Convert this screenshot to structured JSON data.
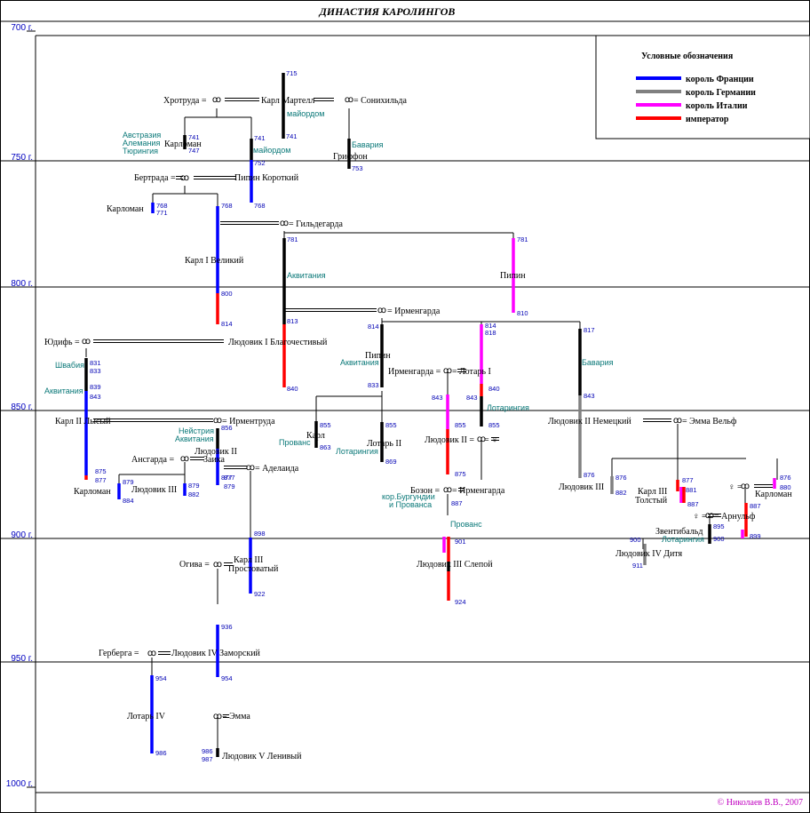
{
  "title": "ДИНАСТИЯ  КАРОЛИНГОВ",
  "copyright": "©  Николаев В.В.,  2007",
  "marriage_symbol": "ꝏ",
  "colors": {
    "france": "#0000ff",
    "germany": "#808080",
    "italy": "#ff00ff",
    "emperor": "#ff0000",
    "plain": "#000000"
  },
  "legend": {
    "title": "Условные обозначения",
    "items": [
      {
        "label": "король Франции",
        "color": "#0000ff"
      },
      {
        "label": "король Германии",
        "color": "#808080"
      },
      {
        "label": "король Италии",
        "color": "#ff00ff"
      },
      {
        "label": "император",
        "color": "#ff0000"
      }
    ]
  },
  "timeline": {
    "ticks": [
      "700 г.",
      "750 г.",
      "800 г.",
      "850 г.",
      "900 г.",
      "950 г.",
      "1000 г."
    ]
  },
  "names": {
    "hrotruda": "Хротруда =",
    "karl_martell": "Карл Мартелл",
    "sonihilda": "= Сонихильда",
    "karloman1": "Карломан",
    "griffon": "Гриффон",
    "bertrada": "Бертрада =",
    "pippin_short": "Пипин Короткий",
    "karloman2": "Карломан",
    "gildegarda": "= Гильдегарда",
    "charlemagne": "Карл I Великий",
    "pippin_it": "Пипин",
    "irmengarda1": "= Ирменгарда",
    "judith": "Юдифь =",
    "louis_pious": "Людовик I Благочестивый",
    "pippin_aq": "Пипин",
    "irmengarda2": "Ирменгарда =",
    "lothair1": "= Лотарь I",
    "louis_german": "Людовик II Немецкий",
    "emma_welf": "= Эмма Вельф",
    "charles_bald": "Карл II Лысый",
    "irmentruda": "= Ирментруда",
    "charles_prov": "Карл",
    "lothair2": "Лотарь II",
    "louis2_it": "Людовик II =",
    "female_sign": "= ♀",
    "ansgarda": "Ансгарда =",
    "louis_stammerer_1": "Людовик II",
    "louis_stammerer_2": "Заика",
    "adelaida": "= Аделаида",
    "karloman3": "Карломан",
    "louis3": "Людовик III",
    "louis3_young": "Людовик III",
    "charles_fat_1": "Карл III",
    "charles_fat_2": "Толстый",
    "karloman4": "Карломан",
    "female_sign2": "♀ =",
    "arnulf": "= Арнульф",
    "boson": "Бозон =",
    "irmengarda3": "= Ирменгарда",
    "zwentibold": "Звентибальд",
    "louis_child": "Людовик IV Дитя",
    "ogiva": "Огива =",
    "charles_simple_1": "Карл III",
    "charles_simple_2": "Простоватый",
    "louis_blind": "Людовик III Слепой",
    "gerberga": "Герберга =",
    "louis4": "Людовик IV Заморский",
    "lothair4": "Лотарь IV",
    "emma": "= Эмма",
    "louis5": "Людовик V Ленивый"
  },
  "regions": {
    "austrasia_1": "Австразия",
    "austrasia_2": "Алемания",
    "austrasia_3": "Тюрингия",
    "majordom1": "майордом",
    "majordom2": "майордом",
    "bavaria1": "Бавария",
    "aquitania1": "Аквитания",
    "swabia": "Швабия",
    "aquitania2": "Аквитания",
    "aquitania3": "Аквитания",
    "bavaria2": "Бавария",
    "lotharingia1": "Лотарингия",
    "neustria_1": "Нейстрия",
    "neustria_2": "Аквитания",
    "provence1": "Прованс",
    "lotharingia2": "Лотарингия",
    "burgundy_1": "кор.Бургундии",
    "burgundy_2": "и Прованса",
    "provence2": "Прованс",
    "lotharingia3": "Лотарингия"
  },
  "years": {
    "y715": "715",
    "y741a": "741",
    "y741b": "741",
    "y747": "747",
    "y741c": "741",
    "y752": "752",
    "y753": "753",
    "y768a": "768",
    "y771": "771",
    "y768b": "768",
    "y768c": "768",
    "y781a": "781",
    "y781b": "781",
    "y800": "800",
    "y810": "810",
    "y814a": "814",
    "y813": "813",
    "y814b": "814",
    "y814c": "814",
    "y818": "818",
    "y817": "817",
    "y831": "831",
    "y833a": "833",
    "y839": "839",
    "y843a": "843",
    "y833b": "833",
    "y840a": "840",
    "y840b": "840",
    "y843b": "843",
    "y843c": "843",
    "y843d": "843",
    "y855a": "855",
    "y855b": "855",
    "y855c": "855",
    "y855d": "855",
    "y863": "863",
    "y869": "869",
    "y856": "856",
    "y875a": "875",
    "y877a": "877",
    "y875b": "875",
    "y876a": "876",
    "y877b": "877",
    "y879a": "879",
    "y877c": "877",
    "y879b": "879",
    "y879c": "879",
    "y884": "884",
    "y882a": "882",
    "y876b": "876",
    "y882b": "882",
    "y877d": "877",
    "y881": "881",
    "y887a": "887",
    "y876c": "876",
    "y880": "880",
    "y887b": "887",
    "y887c": "887",
    "y895": "895",
    "y900a": "900",
    "y899": "899",
    "y898": "898",
    "y901": "901",
    "y900b": "900",
    "y911": "911",
    "y922": "922",
    "y924": "924",
    "y936": "936",
    "y954a": "954",
    "y954b": "954",
    "y986a": "986",
    "y986b": "986",
    "y987": "987"
  }
}
